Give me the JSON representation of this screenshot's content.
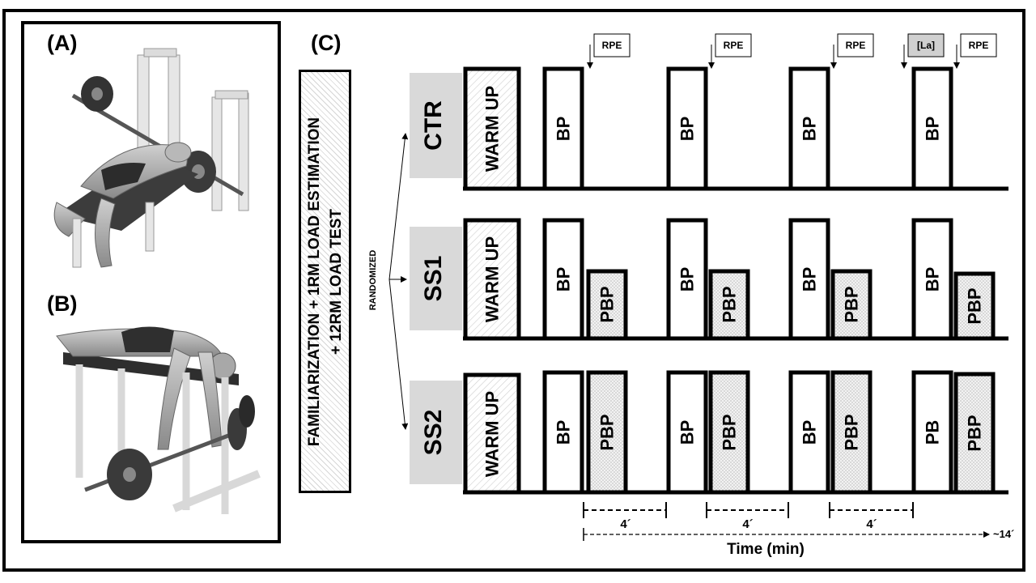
{
  "labels": {
    "a": "(A)",
    "b": "(B)",
    "c": "(C)"
  },
  "familiarization": {
    "line1": "FAMILIARIZATION + 1RM LOAD ESTIMATION",
    "line2": "+ 12RM LOAD TEST"
  },
  "randomized": "RANDOMIZED",
  "conditions": [
    {
      "name": "CTR",
      "warmup": "WARM UP",
      "blocks": [
        "BP",
        "BP",
        "BP",
        "BP"
      ]
    },
    {
      "name": "SS1",
      "warmup": "WARM UP",
      "blocks": [
        "BP",
        "PBP",
        "BP",
        "PBP",
        "BP",
        "PBP",
        "BP",
        "PBP"
      ]
    },
    {
      "name": "SS2",
      "warmup": "WARM UP",
      "blocks": [
        "BP",
        "PBP",
        "BP",
        "PBP",
        "BP",
        "PBP",
        "PB",
        "PBP"
      ]
    }
  ],
  "markers": {
    "rpe": "RPE",
    "la": "[La]"
  },
  "timeline": {
    "interval": "4´",
    "total": "~14´",
    "axis_label": "Time (min)"
  },
  "colors": {
    "label_bg": "#d9d9d9",
    "la_bg": "#d0d0d0",
    "stroke": "#000000"
  }
}
